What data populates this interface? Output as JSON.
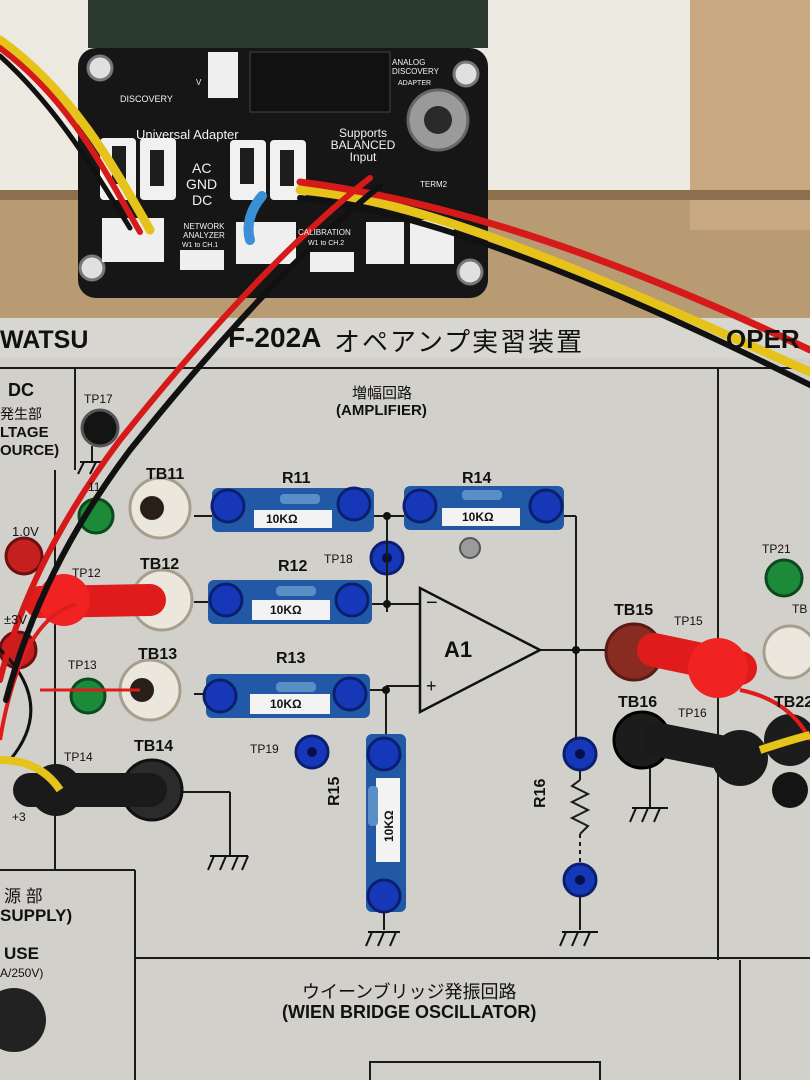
{
  "adapter": {
    "brand": "DISCOVERY",
    "title": "Universal Adapter",
    "supports": "Supports BALANCED Input",
    "coupling_ac": "AC",
    "coupling_gnd": "GND",
    "coupling_dc": "DC",
    "network_analyzer": "NETWORK ANALYZER",
    "network_sub": "W1 to CH.1",
    "calibration": "CALIBRATION",
    "calibration_sub": "W1 to CH.2",
    "analog_discovery": "ANALOG DISCOVERY",
    "adapter_label": "ADAPTER",
    "term": "TERM2",
    "ch_label": "V"
  },
  "panel": {
    "maker": "WATSU",
    "model": "F-202A",
    "model_jp": "オペアンプ実習装置",
    "model_right": "OPER",
    "dc_top": "DC",
    "dc_jp": "発生部",
    "dc_line3": "LTAGE",
    "dc_line4": "OURCE)",
    "supply_jp": "源 部",
    "supply": "SUPPLY)",
    "fuse": "USE",
    "fuse_rating": "A/250V)",
    "wien_jp": "ウイーンブリッジ発振回路",
    "wien": "(WIEN BRIDGE OSCILLATOR)"
  },
  "amplifier": {
    "title_jp": "増幅回路",
    "title": "(AMPLIFIER)",
    "opamp": "A1",
    "minus": "−",
    "plus": "+",
    "resistors": {
      "r11": {
        "name": "R11",
        "value": "10KΩ"
      },
      "r12": {
        "name": "R12",
        "value": "10KΩ"
      },
      "r13": {
        "name": "R13",
        "value": "10KΩ"
      },
      "r14": {
        "name": "R14",
        "value": "10KΩ"
      },
      "r15": {
        "name": "R15",
        "value": "10KΩ"
      },
      "r16": {
        "name": "R16"
      }
    },
    "terminals": {
      "tb11": "TB11",
      "tb12": "TB12",
      "tb13": "TB13",
      "tb14": "TB14",
      "tb15": "TB15",
      "tb16": "TB16",
      "tb22": "TB22"
    },
    "test_points": {
      "tp11": "11",
      "tp12": "TP12",
      "tp13": "TP13",
      "tp14": "TP14",
      "tp15": "TP15",
      "tp16": "TP16",
      "tp17": "TP17",
      "tp18": "TP18",
      "tp19": "TP19",
      "tp21": "TP21",
      "tp_tb": "TB"
    },
    "voltages": {
      "v1": "1.0V",
      "v2": "±3V",
      "v3": "+3"
    }
  }
}
